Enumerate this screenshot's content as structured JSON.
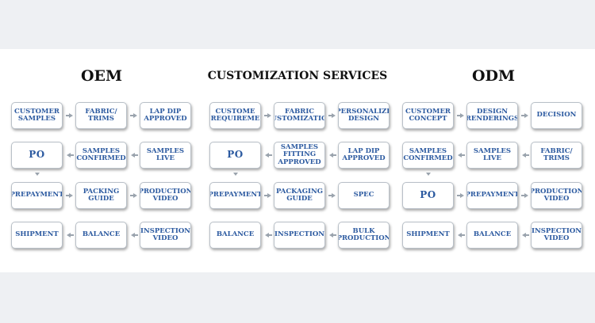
{
  "colors": {
    "step_text": "#2c5aa0",
    "title_text": "#111111",
    "arrow": "#9aa3ad",
    "page_bg": "#eef0f3",
    "panel_bg": "#ffffff"
  },
  "oem": {
    "title": "OEM",
    "steps": [
      "CUSTOMER\nSAMPLES",
      "FABRIC/\nTRIMS",
      "LAP DIP\nAPPROVED",
      "PO",
      "SAMPLES\nCONFIRMED",
      "SAMPLES\nLIVE",
      "PREPAYMENT",
      "PACKING\nGUIDE",
      "PRODUCTION\nVIDEO",
      "SHIPMENT",
      "BALANCE",
      "INSPECTION\nVIDEO"
    ]
  },
  "custom": {
    "title": "CUSTOMIZATION SERVICES",
    "steps": [
      "CUSTOME\nREQUIREME",
      "FABRIC\nCUSTOMIZATION",
      "PERSONALIZE\nDESIGN",
      "PO",
      "SAMPLES\nFITTING\nAPPROVED",
      "LAP DIP\nAPPROVED",
      "PREPAYMENT",
      "PACKAGING\nGUIDE",
      "SPEC",
      "BALANCE",
      "INSPECTION",
      "BULK\nPRODUCTION"
    ]
  },
  "odm": {
    "title": "ODM",
    "steps": [
      "CUSTOMER\nCONCEPT",
      "DESIGN\nRENDERINGS",
      "DECISION",
      "SAMPLES\nCONFIRMED",
      "SAMPLES\nLIVE",
      "FABRIC/\nTRIMS",
      "PO",
      "PREPAYMENT",
      "PRODUCTION\nVIDEO",
      "SHIPMENT",
      "BALANCE",
      "INSPECTION\nVIDEO"
    ]
  }
}
